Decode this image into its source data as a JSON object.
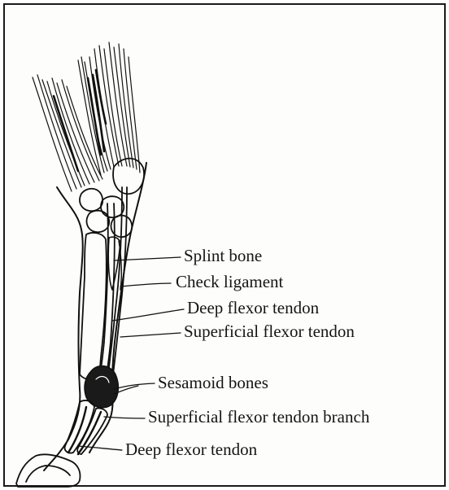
{
  "diagram": {
    "labels": {
      "splint_bone": "Splint bone",
      "check_ligament": "Check ligament",
      "deep_flexor_upper": "Deep flexor tendon",
      "superficial_flexor": "Superficial flexor tendon",
      "sesamoid_bones": "Sesamoid bones",
      "superficial_branch": "Superficial flexor tendon branch",
      "deep_flexor_lower": "Deep flexor tendon"
    }
  }
}
